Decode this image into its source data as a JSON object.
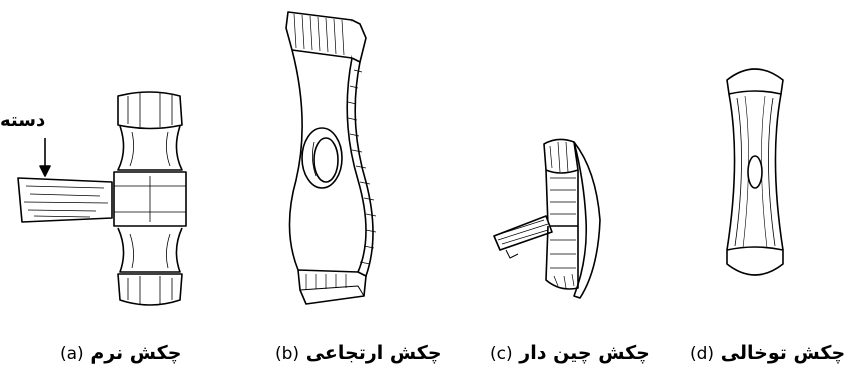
{
  "handle_label": "دسته",
  "figures": [
    {
      "id": "a",
      "letter": "(a)",
      "caption": "چکش نرم"
    },
    {
      "id": "b",
      "letter": "(b)",
      "caption": "چکش ارتجاعی"
    },
    {
      "id": "c",
      "letter": "(c)",
      "caption": "چکش چین دار"
    },
    {
      "id": "d",
      "letter": "(d)",
      "caption": "چکش توخالی"
    }
  ]
}
